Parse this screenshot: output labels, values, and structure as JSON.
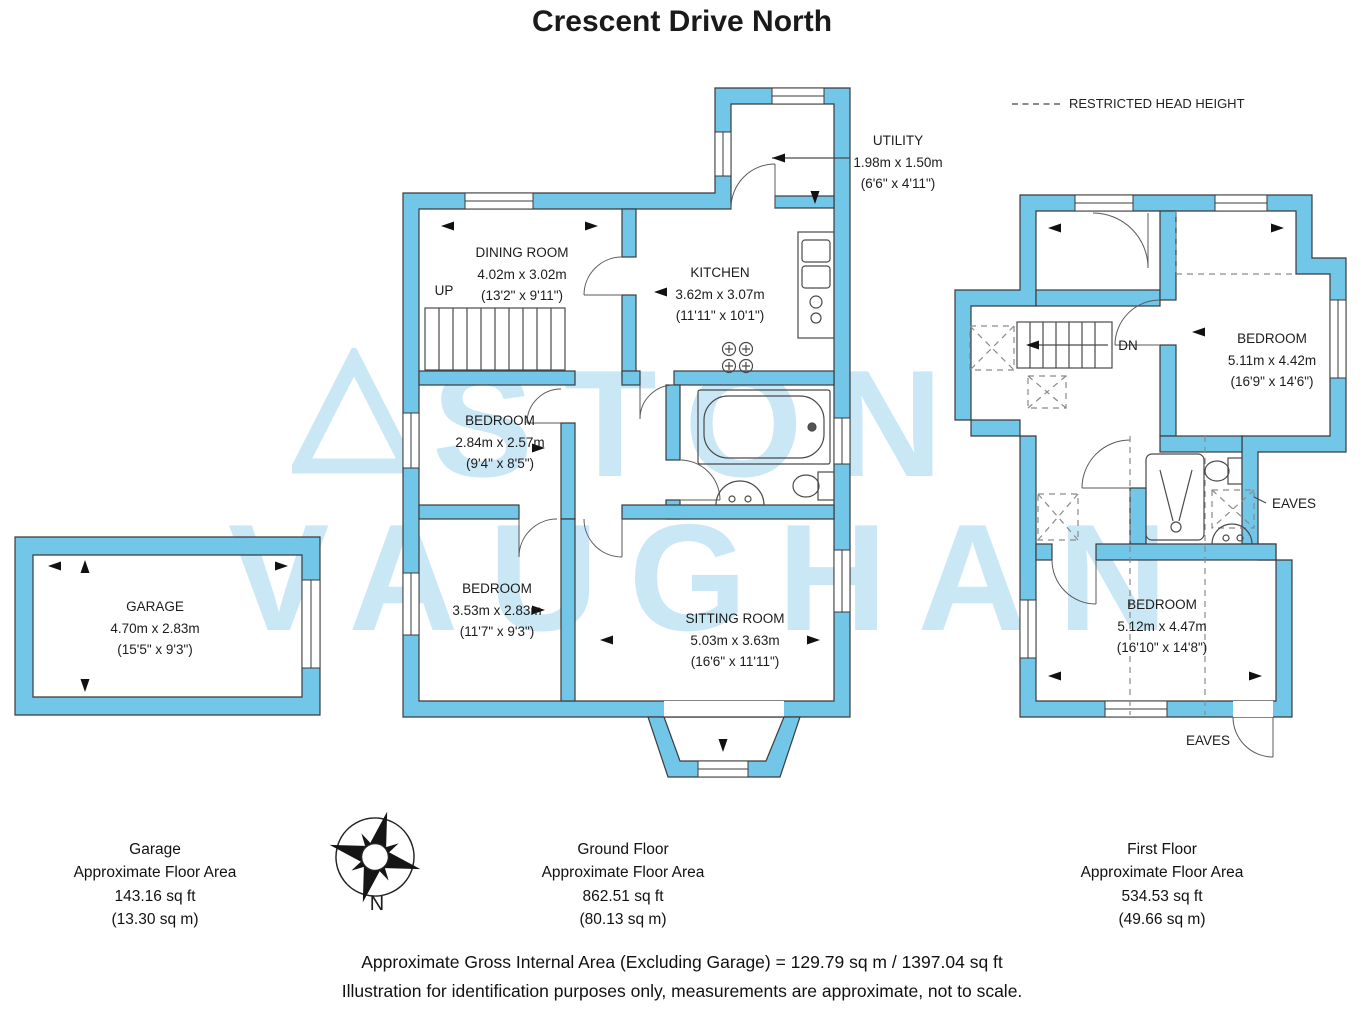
{
  "title": "Crescent Drive North",
  "legend": {
    "restricted_head_height": "RESTRICTED HEAD HEIGHT"
  },
  "watermark": {
    "logo": "triangle-outline",
    "line1": "STON",
    "line2": "VAUGHAN"
  },
  "compass": {
    "label": "N"
  },
  "plans": {
    "garage": {
      "room": {
        "name": "GARAGE",
        "metric": "4.70m x 2.83m",
        "imperial": "(15'5\" x 9'3\")"
      },
      "caption": [
        "Garage",
        "Approximate Floor Area",
        "143.16 sq ft",
        "(13.30 sq m)"
      ]
    },
    "ground_floor": {
      "stairs_label": "UP",
      "rooms": [
        {
          "name": "UTILITY",
          "metric": "1.98m x 1.50m",
          "imperial": "(6'6\" x 4'11\")"
        },
        {
          "name": "DINING ROOM",
          "metric": "4.02m x 3.02m",
          "imperial": "(13'2\" x 9'11\")"
        },
        {
          "name": "KITCHEN",
          "metric": "3.62m x 3.07m",
          "imperial": "(11'11\" x 10'1\")"
        },
        {
          "name": "BEDROOM",
          "metric": "2.84m x 2.57m",
          "imperial": "(9'4\" x 8'5\")"
        },
        {
          "name": "BEDROOM",
          "metric": "3.53m x 2.83m",
          "imperial": "(11'7\" x 9'3\")"
        },
        {
          "name": "SITTING ROOM",
          "metric": "5.03m x 3.63m",
          "imperial": "(16'6\" x 11'11\")"
        }
      ],
      "caption": [
        "Ground Floor",
        "Approximate Floor Area",
        "862.51 sq ft",
        "(80.13 sq m)"
      ]
    },
    "first_floor": {
      "stairs_label": "DN",
      "eaves_label_1": "EAVES",
      "eaves_label_2": "EAVES",
      "rooms": [
        {
          "name": "BEDROOM",
          "metric": "5.11m x 4.42m",
          "imperial": "(16'9\" x 14'6\")"
        },
        {
          "name": "BEDROOM",
          "metric": "5.12m x 4.47m",
          "imperial": "(16'10\" x 14'8\")"
        }
      ],
      "caption": [
        "First Floor",
        "Approximate Floor Area",
        "534.53 sq ft",
        "(49.66 sq m)"
      ]
    }
  },
  "footer": {
    "line1": "Approximate Gross Internal Area (Excluding Garage) = 129.79 sq m / 1397.04 sq ft",
    "line2": "Illustration for identification purposes only, measurements are approximate, not to scale."
  },
  "colors": {
    "wall": "#72c6e8",
    "watermark": "#c9e7f5"
  }
}
